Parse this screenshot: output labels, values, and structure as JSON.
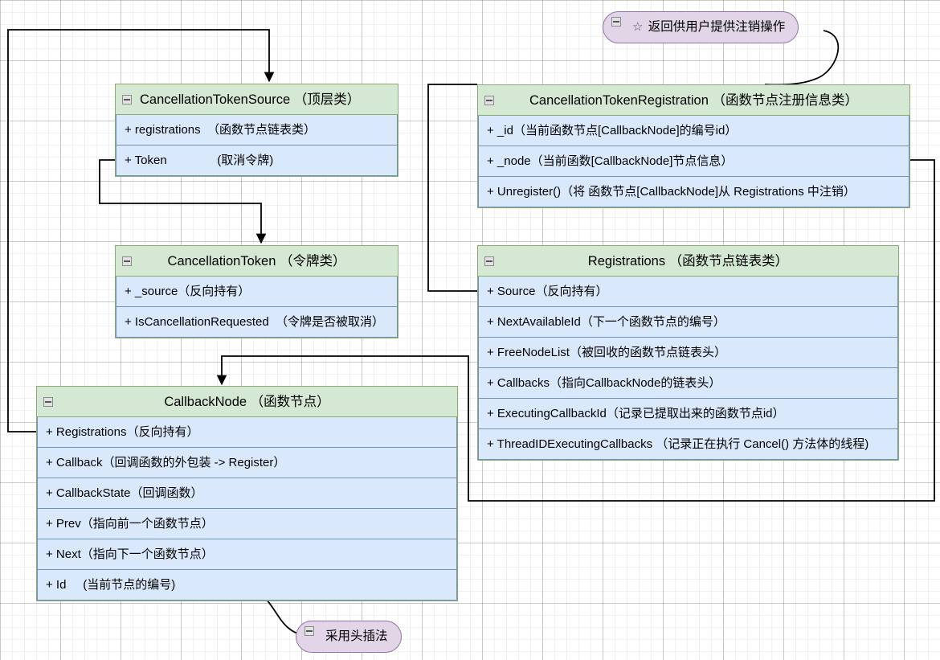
{
  "diagram": {
    "title": "CancellationTokenSource UML class diagram",
    "colors": {
      "class_header_fill": "#d5e8d4",
      "class_header_stroke": "#82b366",
      "class_row_fill": "#dae8fc",
      "class_row_stroke": "#6c8ebf",
      "note_fill": "#e1d5e7",
      "note_stroke": "#9673a6",
      "edge_stroke": "#000000",
      "grid_minor": "#eaeaea",
      "grid_major": "#d0d0d0"
    }
  },
  "classes": [
    {
      "id": "cancellation-token-source",
      "title": "CancellationTokenSource （顶层类）",
      "title_align": "left",
      "rows": [
        "+ registrations  （函数节点链表类）",
        "+ Token               (取消令牌)"
      ]
    },
    {
      "id": "cancellation-token",
      "title": "CancellationToken （令牌类）",
      "title_align": "center",
      "rows": [
        "+ _source（反向持有）",
        "+ IsCancellationRequested  （令牌是否被取消）"
      ]
    },
    {
      "id": "callback-node",
      "title": "CallbackNode （函数节点）",
      "title_align": "center",
      "rows": [
        "+ Registrations（反向持有）",
        "+ Callback（回调函数的外包装 -> Register）",
        "+ CallbackState（回调函数）",
        "+ Prev（指向前一个函数节点）",
        "+ Next（指向下一个函数节点）",
        "+ Id     (当前节点的编号)"
      ]
    },
    {
      "id": "cancellation-token-registration",
      "title": "CancellationTokenRegistration （函数节点注册信息类）",
      "title_align": "center",
      "rows": [
        "+ _id（当前函数节点[CallbackNode]的编号id）",
        "+ _node（当前函数[CallbackNode]节点信息）",
        "+ Unregister()（将 函数节点[CallbackNode]从 Registrations 中注销）"
      ]
    },
    {
      "id": "registrations",
      "title": "Registrations （函数节点链表类）",
      "title_align": "center",
      "rows": [
        "+ Source（反向持有）",
        "+ NextAvailableId（下一个函数节点的编号）",
        "+ FreeNodeList（被回收的函数节点链表头）",
        "+ Callbacks（指向CallbackNode的链表头）",
        "+ ExecutingCallbackId（记录已提取出来的函数节点id）",
        "+ ThreadIDExecutingCallbacks （记录正在执行 Cancel() 方法体的线程)"
      ]
    }
  ],
  "notes": [
    {
      "id": "note-unregister",
      "star": "☆",
      "text": "返回供用户提供注销操作"
    },
    {
      "id": "note-head-insert",
      "star": "",
      "text": "采用头插法"
    }
  ],
  "icons": {
    "collapse": "collapse-icon",
    "star": "star-icon"
  }
}
